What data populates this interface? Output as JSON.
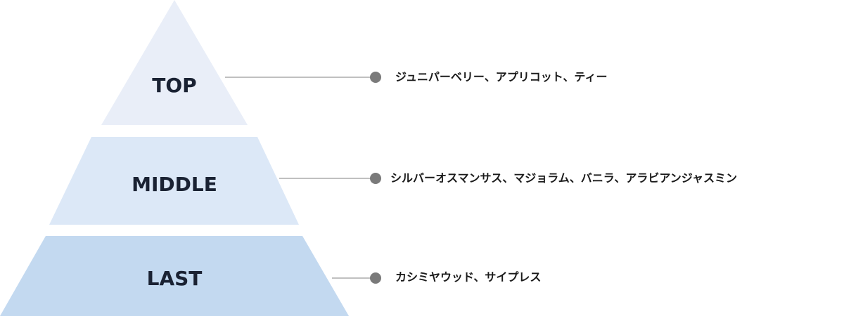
{
  "tiers": [
    {
      "label": "TOP",
      "notes": "ジュニパーベリー、アプリコット、ティー",
      "color": "#e9eef8"
    },
    {
      "label": "MIDDLE",
      "notes": "シルバーオスマンサス、マジョラム、バニラ、アラビアンジャスミン",
      "color": "#dce8f7"
    },
    {
      "label": "LAST",
      "notes": "カシミヤウッド、サイプレス",
      "color": "#c3d9f0"
    }
  ],
  "colors": {
    "connector_line": "#9a9a9a",
    "connector_dot": "#7a7a7a",
    "label_text": "#1a2233",
    "notes_text": "#1a1a1a"
  },
  "icons": {
    "connector_dot": "dot-icon"
  }
}
